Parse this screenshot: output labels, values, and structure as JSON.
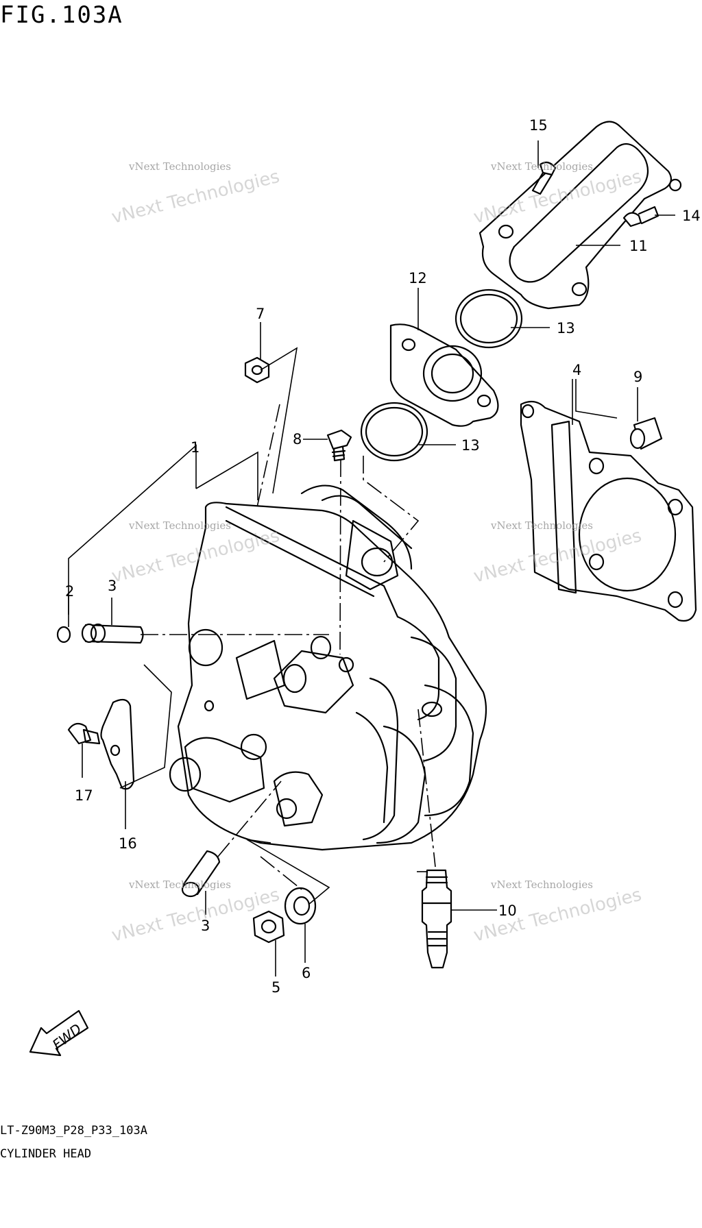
{
  "figure": {
    "title": "FIG.103A",
    "code": "LT-Z90M3_P28_P33_103A",
    "name": "CYLINDER HEAD"
  },
  "fwd_label": "FWD",
  "callouts": [
    "1",
    "2",
    "3",
    "3",
    "4",
    "5",
    "6",
    "7",
    "8",
    "9",
    "10",
    "11",
    "12",
    "13",
    "13",
    "14",
    "15",
    "16",
    "17"
  ],
  "watermark": {
    "line1": "vNext Technologies",
    "line2": "vNext Technologies"
  },
  "colors": {
    "ink": "#000000",
    "watermark": "#b5b5b5",
    "background": "#ffffff"
  }
}
